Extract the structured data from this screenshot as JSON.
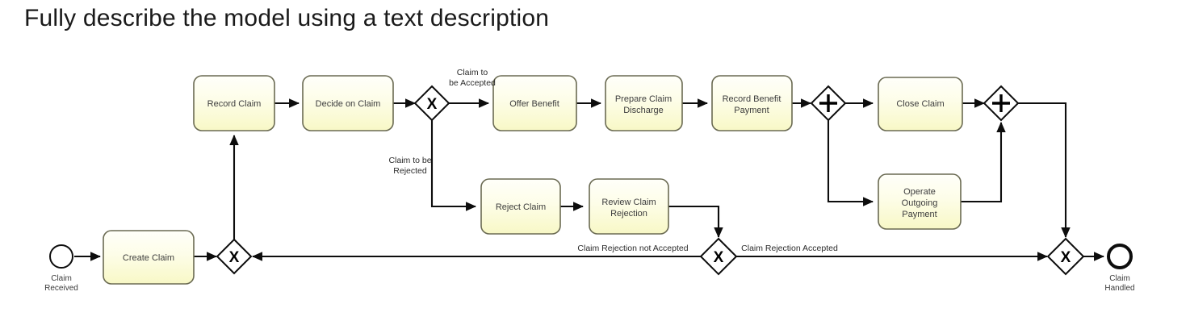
{
  "slide": {
    "title": "Fully describe the model using a text description"
  },
  "diagram": {
    "type": "bpmn-process",
    "colors": {
      "task_fill_top": "#fffff4",
      "task_fill_bottom": "#fbfbcd",
      "task_border": "#6a6a52",
      "flow_stroke": "#0d0d0d",
      "gateway_fill": "#ffffff",
      "background": "#ffffff",
      "text": "#3d3d3d"
    },
    "events": [
      {
        "id": "start",
        "kind": "start-event",
        "label": "Claim\nReceived",
        "line1": "Claim",
        "line2": "Received"
      },
      {
        "id": "end",
        "kind": "end-event",
        "label": "Claim\nHandled",
        "line1": "Claim",
        "line2": "Handled"
      }
    ],
    "gateways": [
      {
        "id": "gw-merge-record",
        "kind": "exclusive",
        "marker": "X"
      },
      {
        "id": "gw-decision",
        "kind": "exclusive",
        "marker": "X"
      },
      {
        "id": "gw-parallel-split",
        "kind": "parallel",
        "marker": "+"
      },
      {
        "id": "gw-parallel-join",
        "kind": "parallel",
        "marker": "+"
      },
      {
        "id": "gw-rejection-review",
        "kind": "exclusive",
        "marker": "X"
      },
      {
        "id": "gw-end-merge",
        "kind": "exclusive",
        "marker": "X"
      }
    ],
    "tasks": [
      {
        "id": "create-claim",
        "label": "Create Claim",
        "lines": [
          "Create Claim"
        ]
      },
      {
        "id": "record-claim",
        "label": "Record Claim",
        "lines": [
          "Record Claim"
        ]
      },
      {
        "id": "decide-on-claim",
        "label": "Decide on Claim",
        "lines": [
          "Decide on Claim"
        ]
      },
      {
        "id": "offer-benefit",
        "label": "Offer Benefit",
        "lines": [
          "Offer Benefit"
        ]
      },
      {
        "id": "prepare-claim-discharge",
        "label": "Prepare Claim Discharge",
        "lines": [
          "Prepare Claim",
          "Discharge"
        ]
      },
      {
        "id": "record-benefit-payment",
        "label": "Record Benefit Payment",
        "lines": [
          "Record Benefit",
          "Payment"
        ]
      },
      {
        "id": "close-claim",
        "label": "Close Claim",
        "lines": [
          "Close Claim"
        ]
      },
      {
        "id": "operate-outgoing-payment",
        "label": "Operate Outgoing Payment",
        "lines": [
          "Operate",
          "Outgoing",
          "Payment"
        ]
      },
      {
        "id": "reject-claim",
        "label": "Reject Claim",
        "lines": [
          "Reject Claim"
        ]
      },
      {
        "id": "review-claim-rejection",
        "label": "Review Claim Rejection",
        "lines": [
          "Review Claim",
          "Rejection"
        ]
      }
    ],
    "flow_labels": [
      {
        "id": "claim-to-be-accepted",
        "lines": [
          "Claim to",
          "be Accepted"
        ]
      },
      {
        "id": "claim-to-be-rejected",
        "lines": [
          "Claim to be",
          "Rejected"
        ]
      },
      {
        "id": "claim-rejection-not-accepted",
        "lines": [
          "Claim Rejection not Accepted"
        ]
      },
      {
        "id": "claim-rejection-accepted",
        "lines": [
          "Claim Rejection Accepted"
        ]
      }
    ]
  }
}
